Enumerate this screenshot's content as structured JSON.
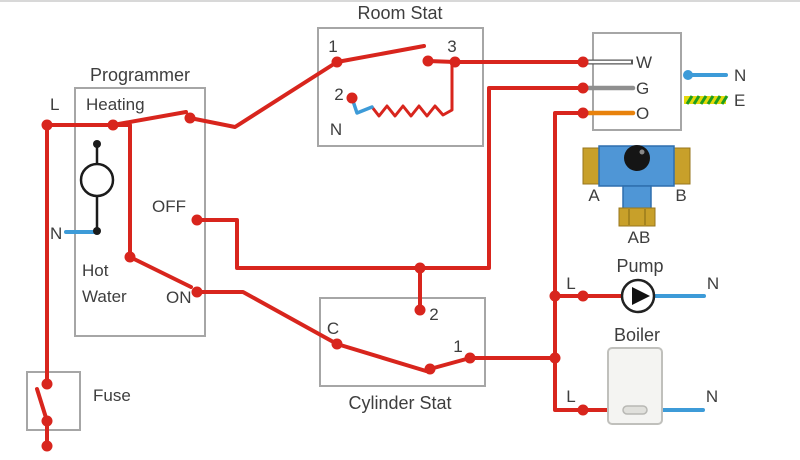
{
  "supply": {
    "live": "L",
    "fuse": "Fuse"
  },
  "programmer": {
    "title": "Programmer",
    "heating": "Heating",
    "hot": "Hot",
    "water": "Water",
    "off": "OFF",
    "on": "ON",
    "neutral": "N"
  },
  "room_stat": {
    "title": "Room Stat",
    "t1": "1",
    "t3": "3",
    "t2": "2",
    "neutral": "N"
  },
  "cylinder_stat": {
    "title": "Cylinder Stat",
    "c": "C",
    "t2": "2",
    "t1": "1"
  },
  "valve": {
    "w": "W",
    "g": "G",
    "o": "O",
    "neutral": "N",
    "earth": "E",
    "port_a": "A",
    "port_b": "B",
    "port_ab": "AB"
  },
  "pump": {
    "title": "Pump",
    "live": "L",
    "neutral": "N"
  },
  "boiler": {
    "title": "Boiler",
    "live": "L",
    "neutral": "N"
  },
  "colors": {
    "live_wire": "#d8251d",
    "neutral_wire": "#3d9bd8",
    "orange_wire": "#e8820c",
    "grey_wire": "#8f8f8f",
    "white_wire": "#ffffff",
    "earth_yellow": "#e6d90a",
    "earth_green": "#1f9e1f",
    "valve_body_blue": "#4f96d6",
    "valve_brass": "#c8a02a",
    "box_border": "#a6a6a6"
  }
}
